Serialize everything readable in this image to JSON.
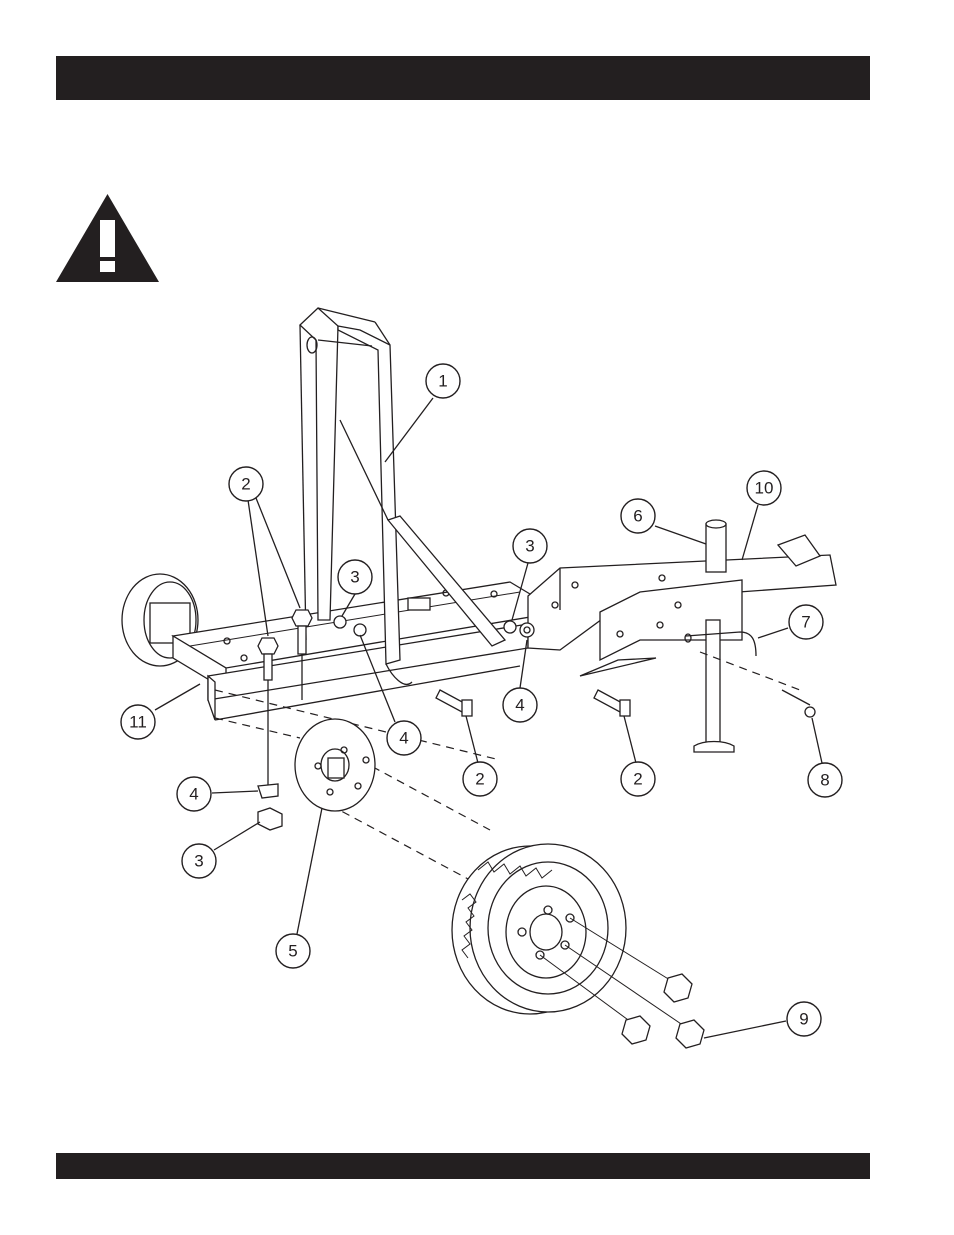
{
  "header": {
    "title": ""
  },
  "warning": {
    "icon": "warning-triangle-icon",
    "text": ""
  },
  "callouts": [
    {
      "id": "callout-1",
      "label": "1"
    },
    {
      "id": "callout-2a",
      "label": "2"
    },
    {
      "id": "callout-3a",
      "label": "3"
    },
    {
      "id": "callout-3b",
      "label": "3"
    },
    {
      "id": "callout-6",
      "label": "6"
    },
    {
      "id": "callout-10",
      "label": "10"
    },
    {
      "id": "callout-7",
      "label": "7"
    },
    {
      "id": "callout-11",
      "label": "11"
    },
    {
      "id": "callout-4a",
      "label": "4"
    },
    {
      "id": "callout-4b",
      "label": "4"
    },
    {
      "id": "callout-2b",
      "label": "2"
    },
    {
      "id": "callout-2c",
      "label": "2"
    },
    {
      "id": "callout-8",
      "label": "8"
    },
    {
      "id": "callout-4c",
      "label": "4"
    },
    {
      "id": "callout-3c",
      "label": "3"
    },
    {
      "id": "callout-5",
      "label": "5"
    },
    {
      "id": "callout-9",
      "label": "9"
    }
  ],
  "colors": {
    "ink": "#231f20",
    "paper": "#ffffff"
  }
}
